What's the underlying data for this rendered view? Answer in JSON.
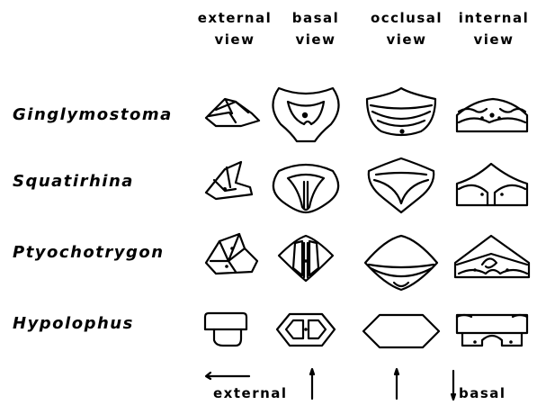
{
  "column_headers": [
    {
      "line1": "external",
      "line2": "view"
    },
    {
      "line1": "basal",
      "line2": "view"
    },
    {
      "line1": "occlusal",
      "line2": "view"
    },
    {
      "line1": "internal",
      "line2": "view"
    }
  ],
  "taxa": [
    "Ginglymostoma",
    "Squatirhina",
    "Ptyochotrygon",
    "Hypolophus"
  ],
  "orientation_labels": {
    "left": "external",
    "right": "basal"
  }
}
